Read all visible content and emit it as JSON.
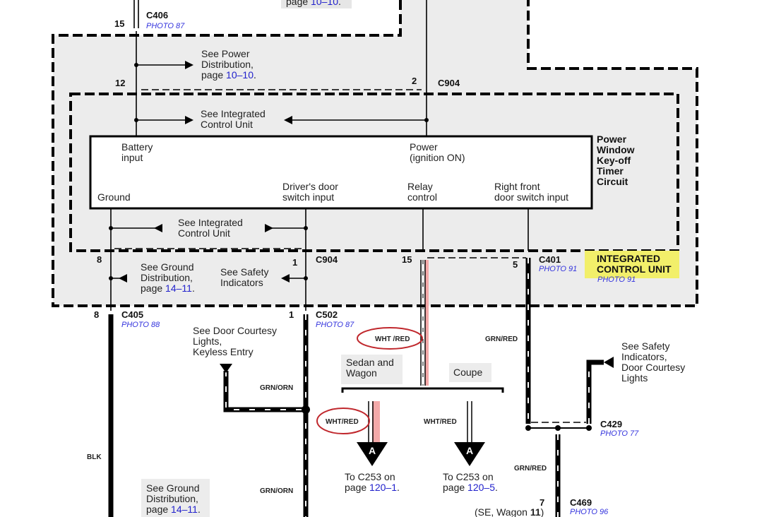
{
  "title": {
    "lines": [
      "Power",
      "Window",
      "Key-off",
      "Timer",
      "Circuit"
    ]
  },
  "unit_label": {
    "lines": [
      "INTEGRATED",
      "CONTROL UNIT"
    ],
    "photo": "PHOTO 91",
    "highlight_color": "#f2ef6a"
  },
  "top_ref": {
    "prefix": "page ",
    "page": "10–10",
    "suffix": "."
  },
  "connectors": {
    "c406": {
      "name": "C406",
      "photo": "PHOTO 87",
      "pin": "15"
    },
    "c904_top_left": {
      "pin": "12"
    },
    "c904_top_right": {
      "name": "C904",
      "pin": "2"
    },
    "c904_bottom": {
      "name": "C904",
      "pin_left": "8",
      "pin_right": "1",
      "pin_relay": "15"
    },
    "c401": {
      "name": "C401",
      "photo": "PHOTO 91",
      "pin": "5"
    },
    "c405": {
      "name": "C405",
      "photo": "PHOTO 88",
      "pin": "8"
    },
    "c502": {
      "name": "C502",
      "photo": "PHOTO 87",
      "pin": "1"
    },
    "c429": {
      "name": "C429",
      "photo": "PHOTO 77"
    },
    "c469": {
      "name": "C469",
      "photo": "PHOTO 96",
      "pin": "7",
      "note_prefix": "(SE, Wagon ",
      "note_pin": "11",
      "note_suffix": ")"
    }
  },
  "module_pins": {
    "battery": [
      "Battery",
      "input"
    ],
    "power": [
      "Power",
      "(ignition ON)"
    ],
    "ground": [
      "Ground"
    ],
    "drivers_door": [
      "Driver's door",
      "switch input"
    ],
    "relay": [
      "Relay",
      "control"
    ],
    "right_front": [
      "Right front",
      "door switch input"
    ]
  },
  "refs": {
    "power_dist": {
      "lines": [
        "See Power",
        "Distribution,"
      ],
      "prefix": "page ",
      "page": "10–10",
      "suffix": "."
    },
    "icu_top": {
      "lines": [
        "See Integrated",
        "Control Unit"
      ]
    },
    "icu_bottom": {
      "lines": [
        "See Integrated",
        "Control Unit"
      ]
    },
    "ground_dist_1": {
      "lines": [
        "See Ground",
        "Distribution,"
      ],
      "prefix": "page ",
      "page": "14–11",
      "suffix": "."
    },
    "safety_1": {
      "lines": [
        "See Safety",
        "Indicators"
      ]
    },
    "door_courtesy": {
      "lines": [
        "See Door Courtesy",
        "Lights,",
        "Keyless Entry"
      ]
    },
    "safety_2": {
      "lines": [
        "See Safety",
        "Indicators,",
        "Door Courtesy",
        "Lights"
      ]
    },
    "ground_dist_2": {
      "lines": [
        "See Ground",
        "Distribution,"
      ],
      "prefix": "page ",
      "page": "14–11",
      "suffix": "."
    },
    "to_c253_a": {
      "line": "To C253 on",
      "prefix": "page ",
      "page": "120–1",
      "suffix": "."
    },
    "to_c253_b": {
      "line": "To C253 on",
      "prefix": "page ",
      "page": "120–5",
      "suffix": "."
    }
  },
  "variants": {
    "sedan_wagon": [
      "Sedan and",
      "Wagon"
    ],
    "coupe": "Coupe"
  },
  "wire_colors": {
    "wht_red_1": "WHT /RED",
    "wht_red_2": "WHT/RED",
    "wht_red_3": "WHT/RED",
    "grn_red_1": "GRN/RED",
    "grn_red_2": "GRN/RED",
    "grn_orn_1": "GRN/ORN",
    "grn_orn_2": "GRN/ORN",
    "blk": "BLK"
  },
  "connector_arrow_letter": "A",
  "colors": {
    "panel": "#ececec",
    "link": "#2222cc",
    "annotation_circle": "#c0282d",
    "pink_highlight": "#f4a9a9"
  }
}
